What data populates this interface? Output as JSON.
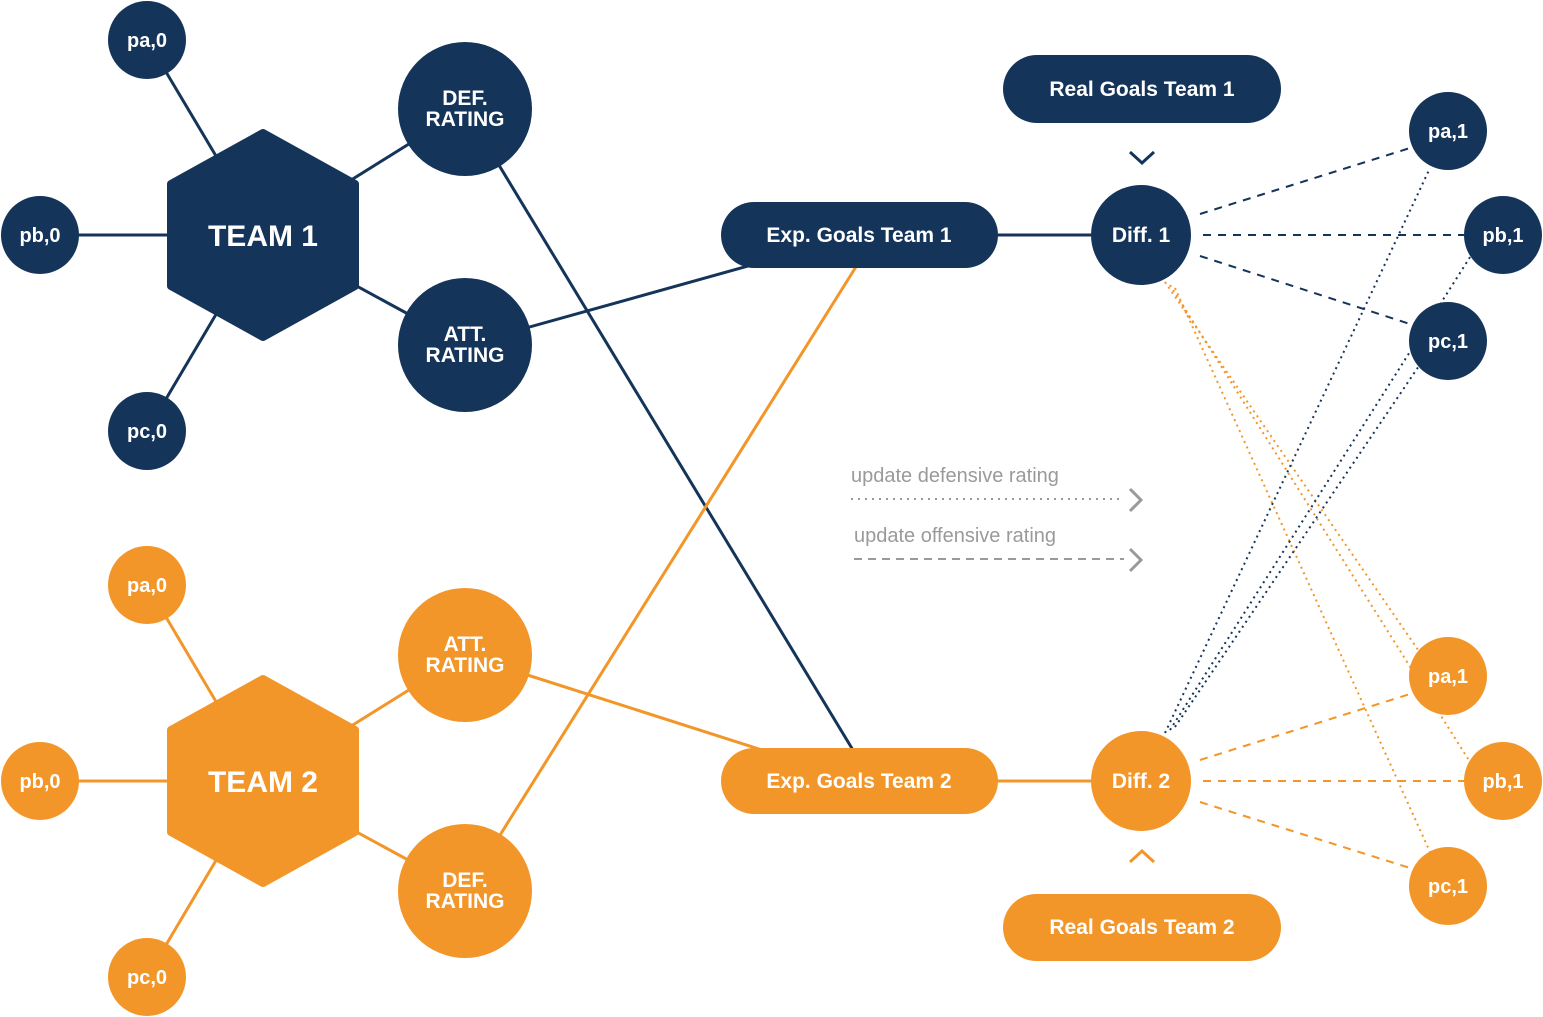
{
  "colors": {
    "navy": "#15345a",
    "orange": "#f39629",
    "gray": "#9a9a9a",
    "white": "#ffffff"
  },
  "team1": {
    "hex_label": "TEAM 1",
    "players": [
      "pa,0",
      "pb,0",
      "pc,0"
    ],
    "def_rating": [
      "DEF.",
      "RATING"
    ],
    "att_rating": [
      "ATT.",
      "RATING"
    ],
    "exp_goals": "Exp. Goals Team 1",
    "diff": "Diff. 1",
    "real_goals": "Real Goals Team 1",
    "out_players": [
      "pa,1",
      "pb,1",
      "pc,1"
    ]
  },
  "team2": {
    "hex_label": "TEAM 2",
    "players": [
      "pa,0",
      "pb,0",
      "pc,0"
    ],
    "att_rating": [
      "ATT.",
      "RATING"
    ],
    "def_rating": [
      "DEF.",
      "RATING"
    ],
    "exp_goals": "Exp. Goals Team 2",
    "diff": "Diff. 2",
    "real_goals": "Real Goals Team 2",
    "out_players": [
      "pa,1",
      "pb,1",
      "pc,1"
    ]
  },
  "legend": {
    "defensive": "update defensive rating",
    "offensive": "update offensive rating"
  }
}
